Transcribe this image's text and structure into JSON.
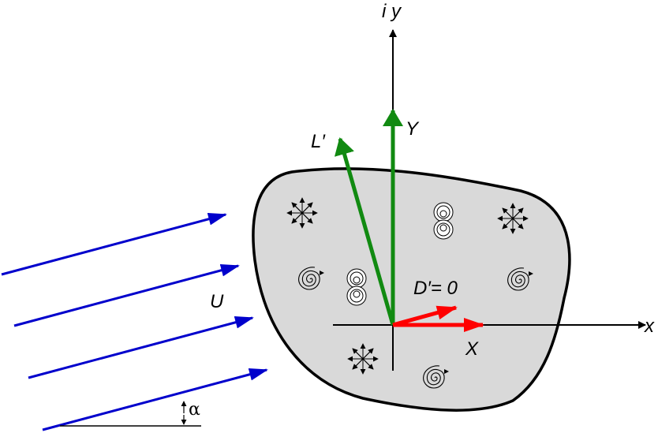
{
  "labels": {
    "imag_axis": "i y",
    "real_axis": "x",
    "lift": "L′",
    "force_y": "Y",
    "force_x": "X",
    "drag": "D′= 0",
    "freestream": "U",
    "angle": "α"
  },
  "colors": {
    "body_fill": "#d9d9d9",
    "body_stroke": "#000000",
    "freestream": "#0000cc",
    "lift": "#118a11",
    "force": "#ff0000",
    "axes": "#000000"
  },
  "singularities": [
    {
      "type": "source-icon"
    },
    {
      "type": "source-icon"
    },
    {
      "type": "source-icon"
    },
    {
      "type": "vortex-icon"
    },
    {
      "type": "vortex-icon"
    },
    {
      "type": "vortex-icon"
    },
    {
      "type": "doublet-icon"
    },
    {
      "type": "doublet-icon"
    }
  ]
}
